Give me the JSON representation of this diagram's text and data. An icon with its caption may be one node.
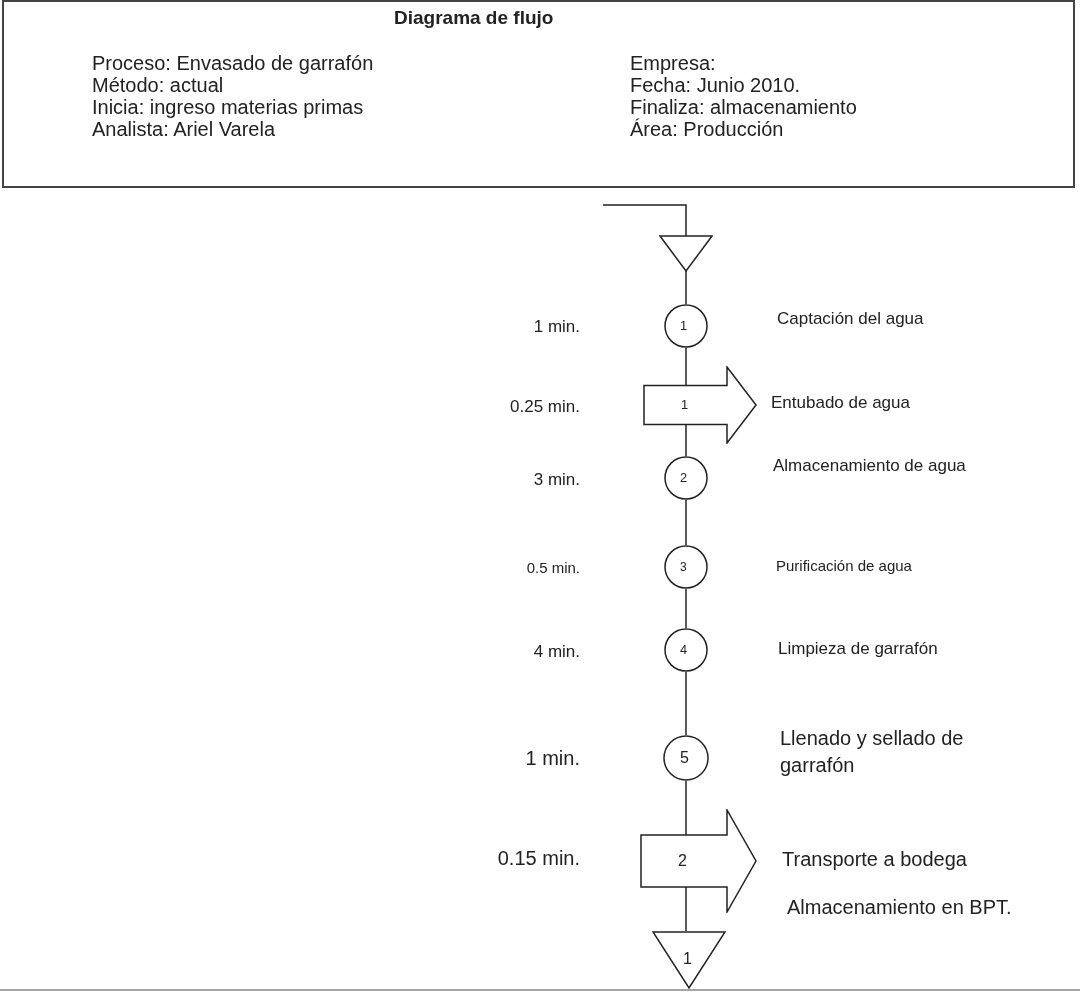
{
  "diagram": {
    "nodes": [
      {
        "text": [
          "Diagrama de flujo",
          "Proceso: Envasado de garrafón",
          "Empresa:",
          "Método: actual",
          "Fecha: Junio 2010.",
          "Inicia: ingreso materias primas",
          "Finaliza: almacenamiento",
          "Analista: Ariel Varela",
          "Área: Producción"
        ]
      },
      {
        "text": [],
        "shape": "triangle"
      },
      {
        "text": [
          "1"
        ]
      },
      {
        "text": [
          "1"
        ]
      },
      {
        "text": [
          "2"
        ]
      },
      {
        "text": [
          "3"
        ]
      },
      {
        "text": [
          "4"
        ]
      },
      {
        "text": [
          "5"
        ]
      },
      {
        "text": [
          "2"
        ]
      },
      {
        "text": [
          "1"
        ]
      }
    ],
    "edges": [
      {
        "from": null,
        "to": 1,
        "arrow": "none"
      },
      {
        "from": 1,
        "to": 2,
        "arrow": "none"
      },
      {
        "from": 2,
        "to": 3,
        "arrow": "none"
      },
      {
        "from": 3,
        "to": 4,
        "arrow": "none"
      },
      {
        "from": 4,
        "to": 5,
        "arrow": "none"
      },
      {
        "from": 5,
        "to": 6,
        "arrow": "none"
      },
      {
        "from": 6,
        "to": 7,
        "arrow": "none"
      },
      {
        "from": 7,
        "to": 8,
        "arrow": "none"
      },
      {
        "from": 8,
        "to": 9,
        "arrow": "none"
      }
    ],
    "labels": [
      "1 min.",
      "Captación del agua",
      "0.25 min.",
      "Entubado de agua",
      "3 min.",
      "Almacenamiento de agua",
      "0.5 min.",
      "Purificación de agua",
      "4 min.",
      "Limpieza de garrafón",
      "1 min.",
      "Llenado y sellado de garrafón",
      "0.15 min.",
      "Transporte a bodega",
      "Almacenamiento en BPT."
    ]
  }
}
